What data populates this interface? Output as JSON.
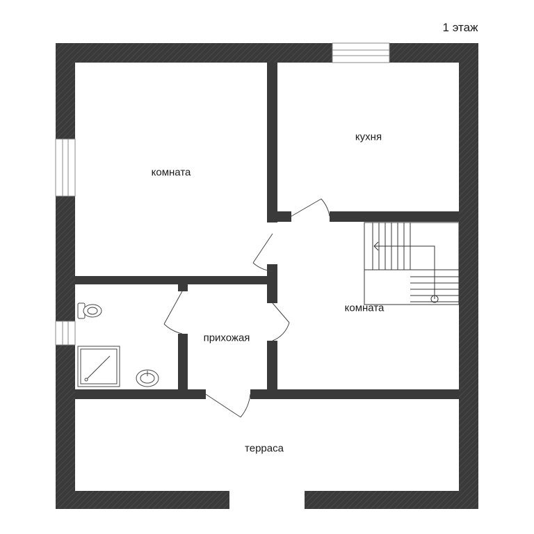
{
  "floor_label": "1 этаж",
  "rooms": {
    "room_left": "комната",
    "kitchen": "кухня",
    "room_right": "комната",
    "hallway": "прихожая",
    "terrace": "терраса"
  },
  "colors": {
    "wall": "#3a3a3a",
    "background": "#ffffff",
    "line": "#444444"
  },
  "icons": [
    "toilet-icon",
    "shower-icon",
    "sink-icon",
    "stairs-icon",
    "door-swing-icon",
    "window-icon"
  ]
}
